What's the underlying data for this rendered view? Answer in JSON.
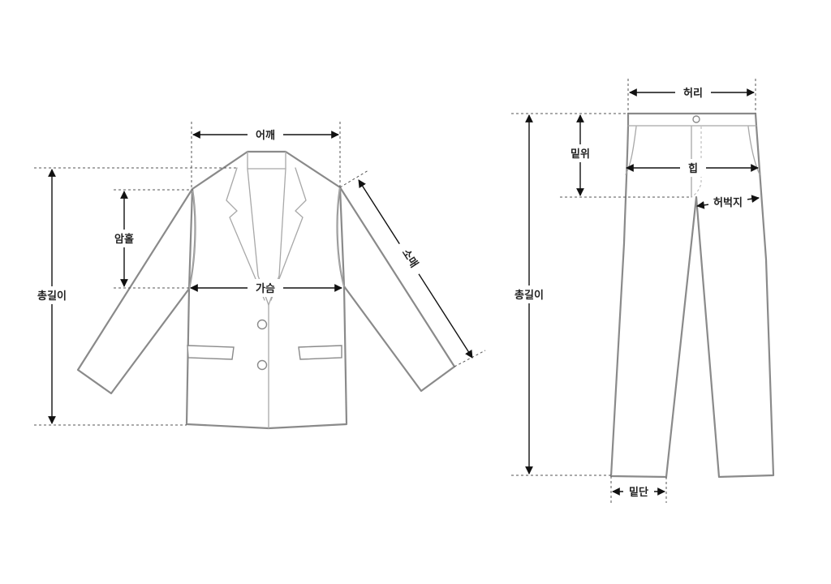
{
  "jacket": {
    "shoulder_label": "어깨",
    "armhole_label": "암홀",
    "length_label": "총길이",
    "chest_label": "가슴",
    "sleeve_label": "소매"
  },
  "pants": {
    "waist_label": "허리",
    "rise_label": "밑위",
    "hip_label": "힙",
    "thigh_label": "허벅지",
    "length_label": "총길이",
    "hem_label": "밑단"
  },
  "colors": {
    "outline": "#8a8a8a",
    "arrow": "#111111",
    "text": "#222222"
  }
}
